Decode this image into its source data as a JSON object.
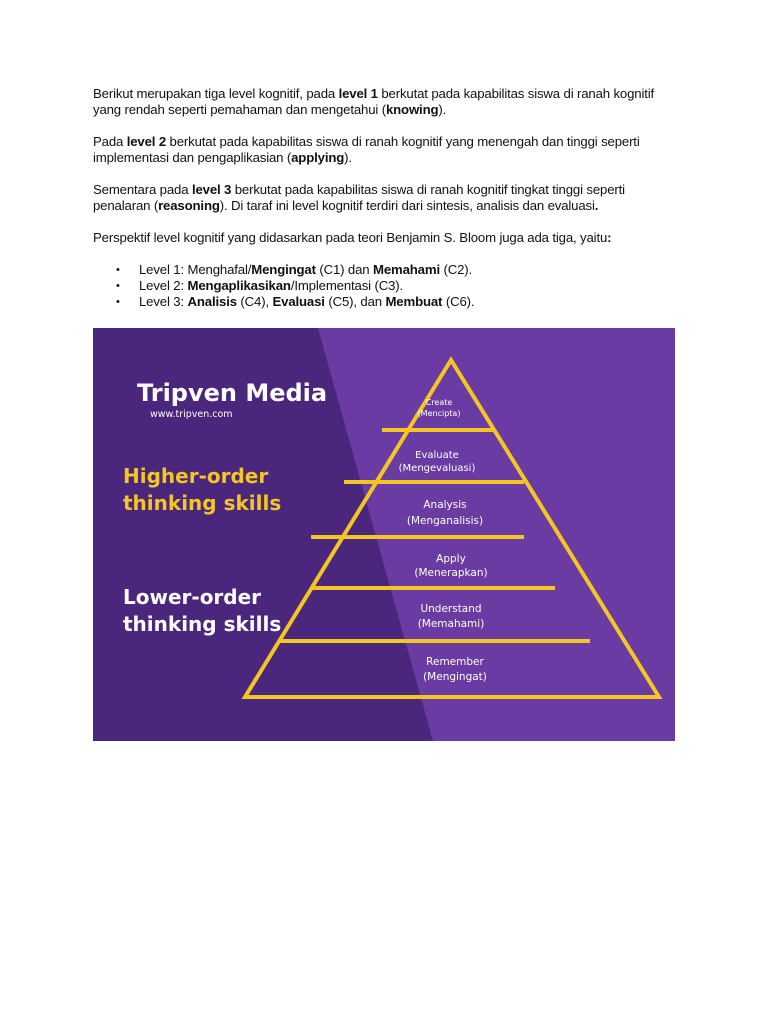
{
  "paragraphs": [
    [
      {
        "t": "Berikut merupakan tiga level kognitif, pada ",
        "b": false
      },
      {
        "t": "level 1",
        "b": true
      },
      {
        "t": " berkutat pada kapabilitas siswa di ranah kognitif yang rendah seperti pemahaman dan mengetahui (",
        "b": false
      },
      {
        "t": "knowing",
        "b": true
      },
      {
        "t": ").",
        "b": false
      }
    ],
    [
      {
        "t": "Pada ",
        "b": false
      },
      {
        "t": "level 2",
        "b": true
      },
      {
        "t": " berkutat pada kapabilitas siswa di ranah kognitif yang menengah dan tinggi seperti implementasi dan pengaplikasian (",
        "b": false
      },
      {
        "t": "applying",
        "b": true
      },
      {
        "t": ").",
        "b": false
      }
    ],
    [
      {
        "t": "Sementara pada ",
        "b": false
      },
      {
        "t": "level 3",
        "b": true
      },
      {
        "t": " berkutat pada kapabilitas siswa di ranah kognitif tingkat tinggi seperti penalaran (",
        "b": false
      },
      {
        "t": "reasoning",
        "b": true
      },
      {
        "t": "). Di taraf ini level kognitif terdiri dari sintesis, analisis dan evaluasi",
        "b": false
      },
      {
        "t": ".",
        "b": true
      }
    ],
    [
      {
        "t": "Perspektif level kognitif yang didasarkan pada teori  Benjamin S. Bloom juga ada tiga, yaitu",
        "b": false
      },
      {
        "t": ":",
        "b": true
      }
    ]
  ],
  "bullet_glyph": "•",
  "bullets": [
    [
      {
        "t": "Level 1: Menghafal/",
        "b": false
      },
      {
        "t": "Mengingat",
        "b": true
      },
      {
        "t": " (C1) dan ",
        "b": false
      },
      {
        "t": "Memahami",
        "b": true
      },
      {
        "t": " (C2).",
        "b": false
      }
    ],
    [
      {
        "t": "Level 2: ",
        "b": false
      },
      {
        "t": "Mengaplikasikan",
        "b": true
      },
      {
        "t": "/Implementasi (C3).",
        "b": false
      }
    ],
    [
      {
        "t": "Level 3: ",
        "b": false
      },
      {
        "t": "Analisis",
        "b": true
      },
      {
        "t": " (C4), ",
        "b": false
      },
      {
        "t": "Evaluasi",
        "b": true
      },
      {
        "t": " (C5), dan ",
        "b": false
      },
      {
        "t": "Membuat",
        "b": true
      },
      {
        "t": " (C6).",
        "b": false
      }
    ]
  ],
  "figure": {
    "brand": "Tripven Media",
    "url": "www.tripven.com",
    "higher_line1": "Higher-order",
    "higher_line2": "thinking skills",
    "lower_line1": "Lower-order",
    "lower_line2": "thinking skills",
    "levels": [
      {
        "name": "Create",
        "local": "(Mencipta)"
      },
      {
        "name": "Evaluate",
        "local": "(Mengevaluasi)"
      },
      {
        "name": "Analysis",
        "local": "(Menganalisis)"
      },
      {
        "name": "Apply",
        "local": "(Menerapkan)"
      },
      {
        "name": "Understand",
        "local": "(Memahami)"
      },
      {
        "name": "Remember",
        "local": "(Mengingat)"
      }
    ],
    "colors": {
      "bg_light": "#6a3ba2",
      "bg_dark": "#4a267c",
      "accent": "#f3c623",
      "text": "#ffffff"
    }
  }
}
